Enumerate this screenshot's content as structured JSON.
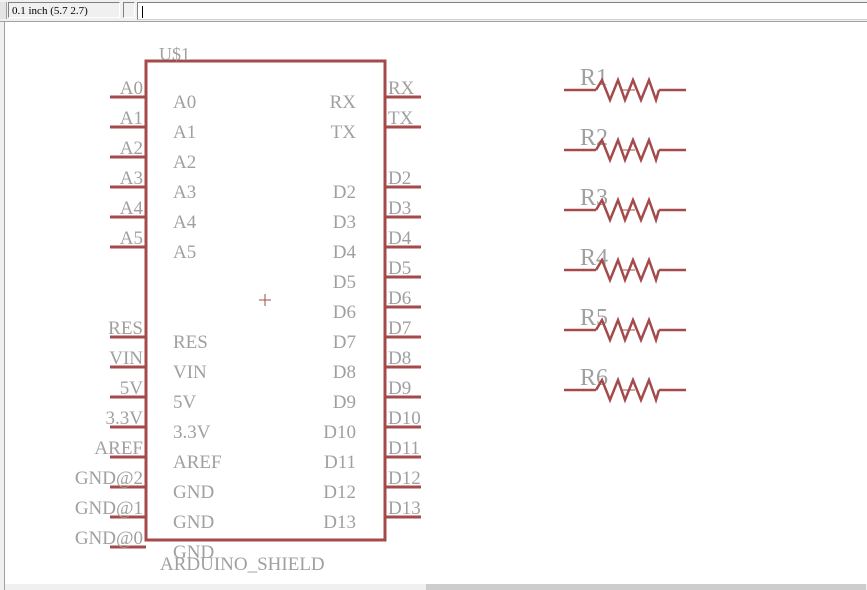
{
  "toolbar": {
    "grid_readout": "0.1 inch (5.7 2.7)",
    "command_value": ""
  },
  "colors": {
    "wire": "#a54a4a",
    "text": "#a0a0a0",
    "background": "#ffffff"
  },
  "part": {
    "name": "U$1",
    "value": "ARDUINO_SHIELD",
    "left_pins": [
      {
        "pin": "A0",
        "inner": "A0"
      },
      {
        "pin": "A1",
        "inner": "A1"
      },
      {
        "pin": "A2",
        "inner": "A2"
      },
      {
        "pin": "A3",
        "inner": "A3"
      },
      {
        "pin": "A4",
        "inner": "A4"
      },
      {
        "pin": "A5",
        "inner": "A5"
      },
      {
        "pin": "RES",
        "inner": "RES"
      },
      {
        "pin": "VIN",
        "inner": "VIN"
      },
      {
        "pin": "5V",
        "inner": "5V"
      },
      {
        "pin": "3.3V",
        "inner": "3.3V"
      },
      {
        "pin": "AREF",
        "inner": "AREF"
      },
      {
        "pin": "GND@2",
        "inner": "GND"
      },
      {
        "pin": "GND@1",
        "inner": "GND"
      },
      {
        "pin": "GND@0",
        "inner": "GND"
      }
    ],
    "right_pins": [
      {
        "pin": "RX",
        "inner": "RX"
      },
      {
        "pin": "TX",
        "inner": "TX"
      },
      {
        "pin": "D2",
        "inner": "D2"
      },
      {
        "pin": "D3",
        "inner": "D3"
      },
      {
        "pin": "D4",
        "inner": "D4"
      },
      {
        "pin": "D5",
        "inner": "D5"
      },
      {
        "pin": "D6",
        "inner": "D6"
      },
      {
        "pin": "D7",
        "inner": "D7"
      },
      {
        "pin": "D8",
        "inner": "D8"
      },
      {
        "pin": "D9",
        "inner": "D9"
      },
      {
        "pin": "D10",
        "inner": "D10"
      },
      {
        "pin": "D11",
        "inner": "D11"
      },
      {
        "pin": "D12",
        "inner": "D12"
      },
      {
        "pin": "D13",
        "inner": "D13"
      }
    ]
  },
  "resistors": [
    "R1",
    "R2",
    "R3",
    "R4",
    "R5",
    "R6"
  ]
}
